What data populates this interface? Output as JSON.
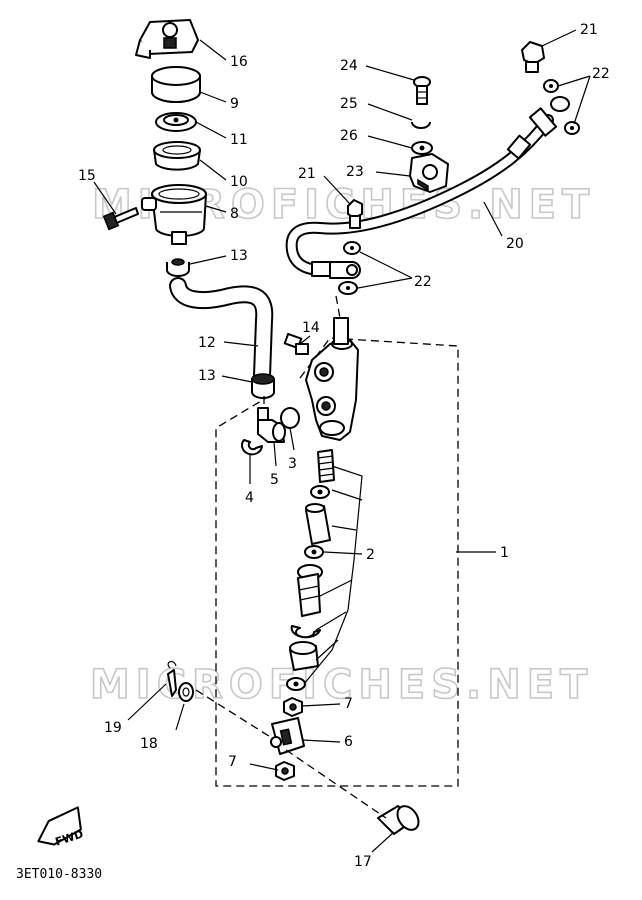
{
  "watermarks": [
    "MICROFICHES.NET",
    "MICROFICHES.NET"
  ],
  "diagram_code": "3ET010-8330",
  "direction_tag": "FWD",
  "callouts": [
    {
      "id": "c1",
      "text": "1"
    },
    {
      "id": "c2",
      "text": "2"
    },
    {
      "id": "c3",
      "text": "3"
    },
    {
      "id": "c4",
      "text": "4"
    },
    {
      "id": "c5",
      "text": "5"
    },
    {
      "id": "c6",
      "text": "6"
    },
    {
      "id": "c7a",
      "text": "7"
    },
    {
      "id": "c7b",
      "text": "7"
    },
    {
      "id": "c8",
      "text": "8"
    },
    {
      "id": "c9",
      "text": "9"
    },
    {
      "id": "c10",
      "text": "10"
    },
    {
      "id": "c11",
      "text": "11"
    },
    {
      "id": "c12",
      "text": "12"
    },
    {
      "id": "c13a",
      "text": "13"
    },
    {
      "id": "c13b",
      "text": "13"
    },
    {
      "id": "c14",
      "text": "14"
    },
    {
      "id": "c15",
      "text": "15"
    },
    {
      "id": "c16",
      "text": "16"
    },
    {
      "id": "c17",
      "text": "17"
    },
    {
      "id": "c18",
      "text": "18"
    },
    {
      "id": "c19",
      "text": "19"
    },
    {
      "id": "c20",
      "text": "20"
    },
    {
      "id": "c21a",
      "text": "21"
    },
    {
      "id": "c21b",
      "text": "21"
    },
    {
      "id": "c22a",
      "text": "22"
    },
    {
      "id": "c22b",
      "text": "22"
    },
    {
      "id": "c23",
      "text": "23"
    },
    {
      "id": "c24",
      "text": "24"
    },
    {
      "id": "c25",
      "text": "25"
    },
    {
      "id": "c26",
      "text": "26"
    }
  ]
}
